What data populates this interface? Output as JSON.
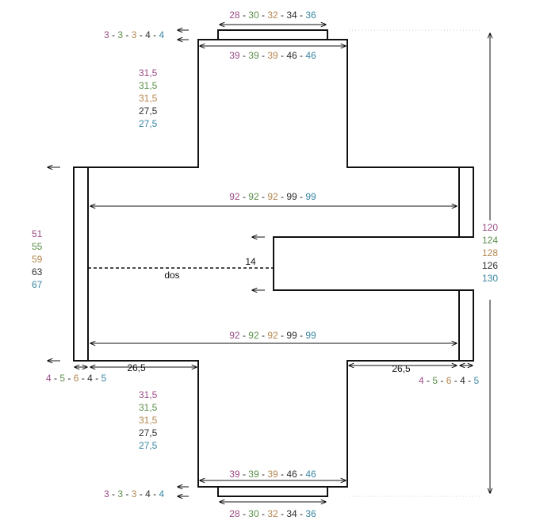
{
  "colors": {
    "size1": "#9b4d86",
    "size2": "#5c8f4a",
    "size3": "#b4874f",
    "size4": "#2e2e2e",
    "size5": "#3a86a0",
    "line": "#111111"
  },
  "top_neck_width": [
    "28",
    "30",
    "32",
    "34",
    "36"
  ],
  "top_neck_height": [
    "3",
    "3",
    "3",
    "4",
    "4"
  ],
  "top_yoke_width": [
    "39",
    "39",
    "39",
    "46",
    "46"
  ],
  "upper_depth": [
    "31,5",
    "31,5",
    "31,5",
    "27,5",
    "27,5"
  ],
  "sleeve_span_top": [
    "92",
    "92",
    "92",
    "99",
    "99"
  ],
  "sleeve_span_bottom": [
    "92",
    "92",
    "92",
    "99",
    "99"
  ],
  "sleeve_height": [
    "51",
    "55",
    "59",
    "63",
    "67"
  ],
  "total_length": [
    "120",
    "124",
    "128",
    "126",
    "130"
  ],
  "slit_depth": "14",
  "back_label": "dos",
  "cuff_left": [
    "4",
    "5",
    "6",
    "4",
    "5"
  ],
  "cuff_right": [
    "4",
    "5",
    "6",
    "4",
    "5"
  ],
  "sleeve_length_left": "26,5",
  "sleeve_length_right": "26,5",
  "lower_depth": [
    "31,5",
    "31,5",
    "31,5",
    "27,5",
    "27,5"
  ],
  "bottom_yoke_width": [
    "39",
    "39",
    "39",
    "46",
    "46"
  ],
  "bottom_neck_height": [
    "3",
    "3",
    "3",
    "4",
    "4"
  ],
  "bottom_neck_width": [
    "28",
    "30",
    "32",
    "34",
    "36"
  ]
}
